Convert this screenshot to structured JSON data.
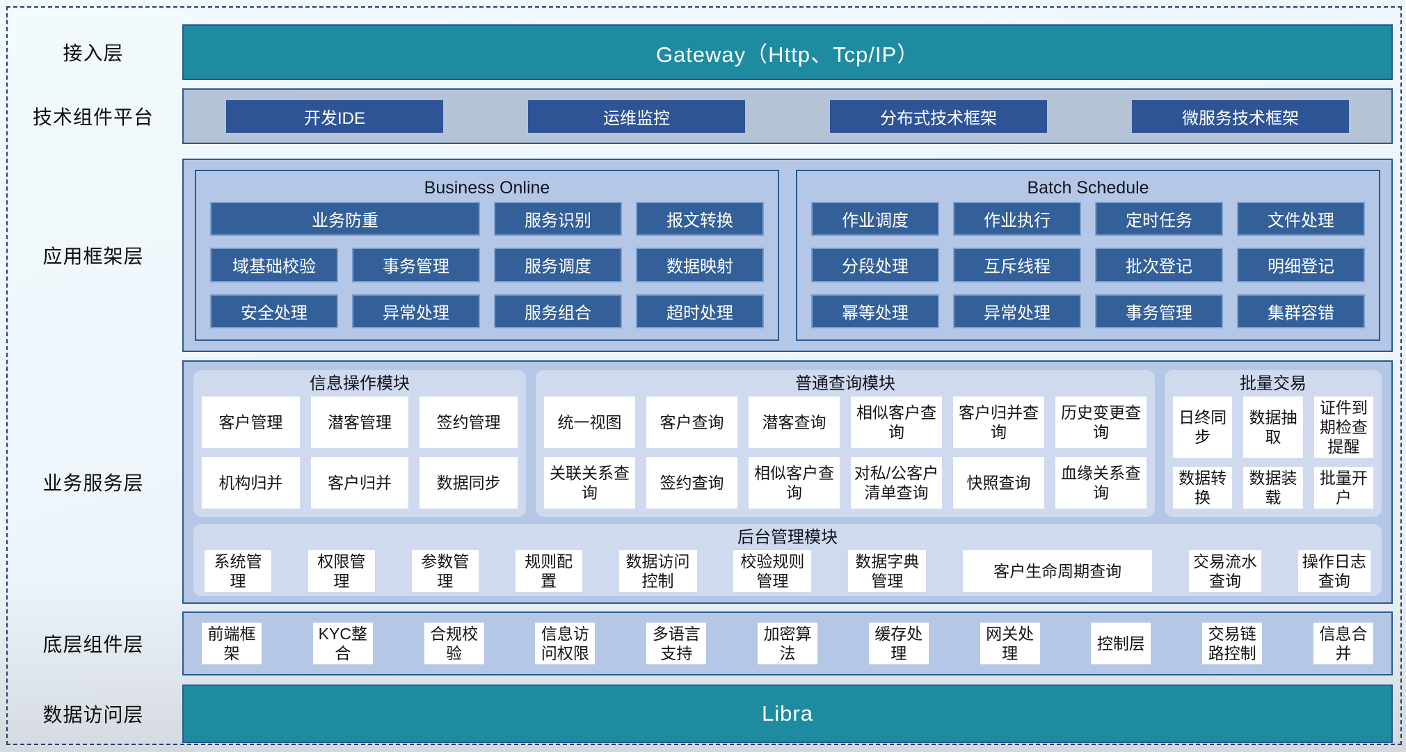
{
  "access_layer": {
    "label": "接入层",
    "gateway": "Gateway（Http、Tcp/IP）"
  },
  "tech_platform": {
    "label": "技术组件平台",
    "items": [
      "开发IDE",
      "运维监控",
      "分布式技术框架",
      "微服务技术框架"
    ]
  },
  "app_framework": {
    "label": "应用框架层",
    "business_online": {
      "title": "Business Online",
      "row1": [
        "业务防重",
        "服务识别",
        "报文转换"
      ],
      "row2": [
        "域基础校验",
        "事务管理",
        "服务调度",
        "数据映射"
      ],
      "row3": [
        "安全处理",
        "异常处理",
        "服务组合",
        "超时处理"
      ]
    },
    "batch_schedule": {
      "title": "Batch Schedule",
      "row1": [
        "作业调度",
        "作业执行",
        "定时任务",
        "文件处理"
      ],
      "row2": [
        "分段处理",
        "互斥线程",
        "批次登记",
        "明细登记"
      ],
      "row3": [
        "幂等处理",
        "异常处理",
        "事务管理",
        "集群容错"
      ]
    }
  },
  "business_service": {
    "label": "业务服务层",
    "info_module": {
      "title": "信息操作模块",
      "row1": [
        "客户管理",
        "潜客管理",
        "签约管理"
      ],
      "row2": [
        "机构归并",
        "客户归并",
        "数据同步"
      ]
    },
    "query_module": {
      "title": "普通查询模块",
      "row1": [
        "统一视图",
        "客户查询",
        "潜客查询",
        "相似客户查询",
        "客户归并查询",
        "历史变更查询"
      ],
      "row2": [
        "关联关系查询",
        "签约查询",
        "相似客户查询",
        "对私/公客户清单查询",
        "快照查询",
        "血缘关系查询"
      ]
    },
    "batch_module": {
      "title": "批量交易",
      "row1": [
        "日终同步",
        "数据抽取",
        "证件到期检查提醒"
      ],
      "row2": [
        "数据转换",
        "数据装载",
        "批量开户"
      ]
    },
    "admin_module": {
      "title": "后台管理模块",
      "items": [
        "系统管理",
        "权限管理",
        "参数管理",
        "规则配置",
        "数据访问控制",
        "校验规则管理",
        "数据字典管理",
        "客户生命周期查询",
        "交易流水查询",
        "操作日志查询"
      ]
    }
  },
  "base_component": {
    "label": "底层组件层",
    "items": [
      "前端框架",
      "KYC整合",
      "合规校验",
      "信息访问权限",
      "多语言支持",
      "加密算法",
      "缓存处理",
      "网关处理",
      "控制层",
      "交易链路控制",
      "信息合并"
    ]
  },
  "data_access": {
    "label": "数据访问层",
    "bar": "Libra"
  },
  "colors": {
    "teal": "#1F8BA0",
    "tech_band_blue": "#B5C3D7",
    "dark_button_blue": "#2F5496",
    "box_blue": "#336098",
    "panel_blue": "#B4C7E7",
    "module_panel_blue": "#CFDAEE",
    "border_navy": "#2A5A8F",
    "white_box": "#FFFFFF"
  }
}
